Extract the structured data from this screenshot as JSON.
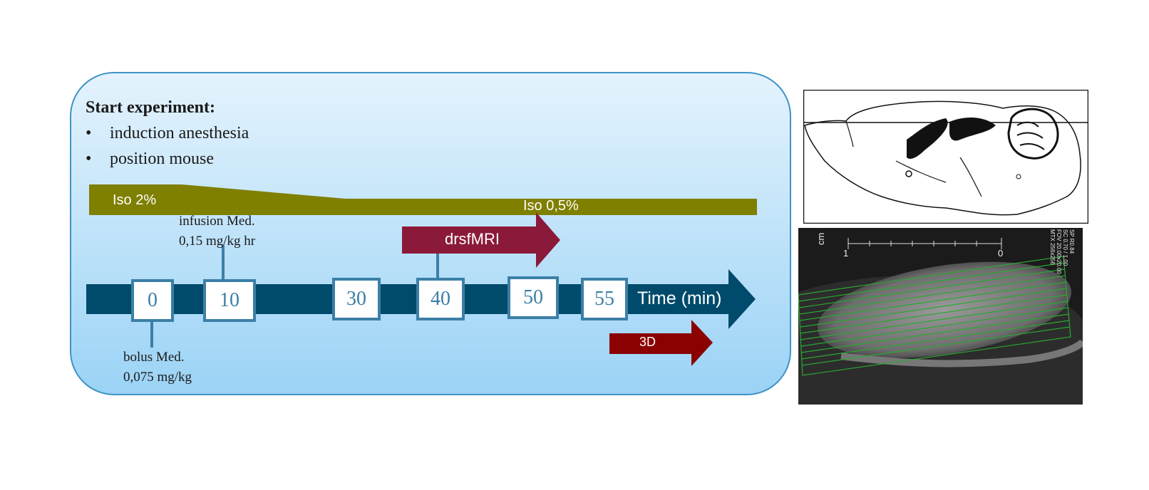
{
  "protocol": {
    "start_title": "Start experiment:",
    "steps": [
      "induction anesthesia",
      "position mouse"
    ],
    "bullet": "•"
  },
  "anesthesia": {
    "initial_label": "Iso 2%",
    "maintenance_label": "Iso 0,5%",
    "color": "#7f7f00"
  },
  "timeline": {
    "axis_label": "Time (min)",
    "ticks": [
      "0",
      "10",
      "30",
      "40",
      "50",
      "55"
    ],
    "color": "#004a6b"
  },
  "annotations": {
    "infusion_line1": "infusion Med.",
    "infusion_line2": "0,15 mg/kg hr",
    "bolus_line1": "bolus Med.",
    "bolus_line2": "0,075 mg/kg"
  },
  "acquisitions": {
    "rsfmri_label": "drsfMRI",
    "rsfmri_color": "#8b1a3a",
    "threeD_label": "3D",
    "threeD_color": "#8b0000"
  },
  "mri_image": {
    "scale_unit": "cm",
    "scale_start": "1",
    "scale_end": "0",
    "params": [
      "SP R0.84",
      "SC 0.70 / 1.00",
      "FOV 20.00x20.00",
      "MTX 256x256"
    ],
    "slice_color": "#2aa832"
  }
}
